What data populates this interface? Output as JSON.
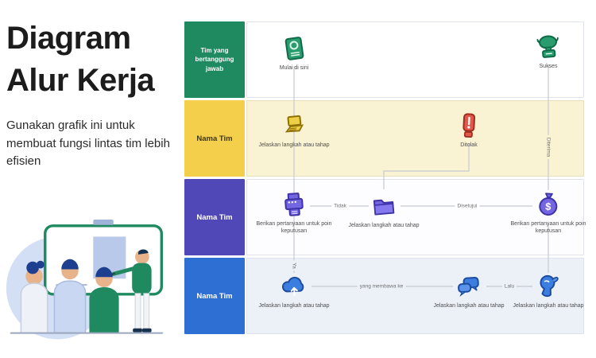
{
  "page": {
    "title_line1": "Diagram",
    "title_line2": "Alur Kerja",
    "subtitle": "Gunakan grafik ini untuk membuat fungsi lintas tim lebih efisien"
  },
  "colors": {
    "lane1_header": "#1F8A5F",
    "lane2_header": "#F3CF4B",
    "lane2_body": "#FAF3D3",
    "lane3_header": "#5148B8",
    "lane4_header": "#2E6FD3",
    "lane4_body": "#ECF1F8",
    "connector": "#C4CAD2",
    "alert_red": "#E2584A",
    "icon_green": "#2A9D6F",
    "icon_yellow": "#ECCF45",
    "icon_purple": "#7466E3",
    "icon_blue": "#3C7EE0"
  },
  "lanes": [
    {
      "header_label": "Tim yang bertanggung jawab",
      "nodes": [
        {
          "icon": "book-icon",
          "label": "Mulai di sini"
        },
        {
          "icon": "trophy-icon",
          "label": "Sukses"
        }
      ]
    },
    {
      "header_label": "Nama Tim",
      "nodes": [
        {
          "icon": "laptop-icon",
          "label": "Jelaskan langkah atau tahap"
        },
        {
          "icon": "alert-icon",
          "label": "Ditolak"
        }
      ]
    },
    {
      "header_label": "Nama Tim",
      "nodes": [
        {
          "icon": "printer-icon",
          "label": "Berikan pertanyaan untuk poin keputusan"
        },
        {
          "icon": "folder-icon",
          "label": "Jelaskan langkah atau tahap"
        },
        {
          "icon": "moneybag-icon",
          "label": "Berikan pertanyaan untuk poin keputusan"
        }
      ]
    },
    {
      "header_label": "Nama Tim",
      "nodes": [
        {
          "icon": "cloud-upload-icon",
          "label": "Jelaskan langkah atau tahap"
        },
        {
          "icon": "chat-icon",
          "label": "Jelaskan langkah atau tahap"
        },
        {
          "icon": "hand-icon",
          "label": "Jelaskan langkah atau tahap"
        }
      ]
    }
  ],
  "edges": {
    "no": "Tidak",
    "approved": "Disetujui",
    "accepted": "Diterima",
    "yes": "Ya",
    "leads_to": "yang membawa ke",
    "then": "Lalu"
  }
}
